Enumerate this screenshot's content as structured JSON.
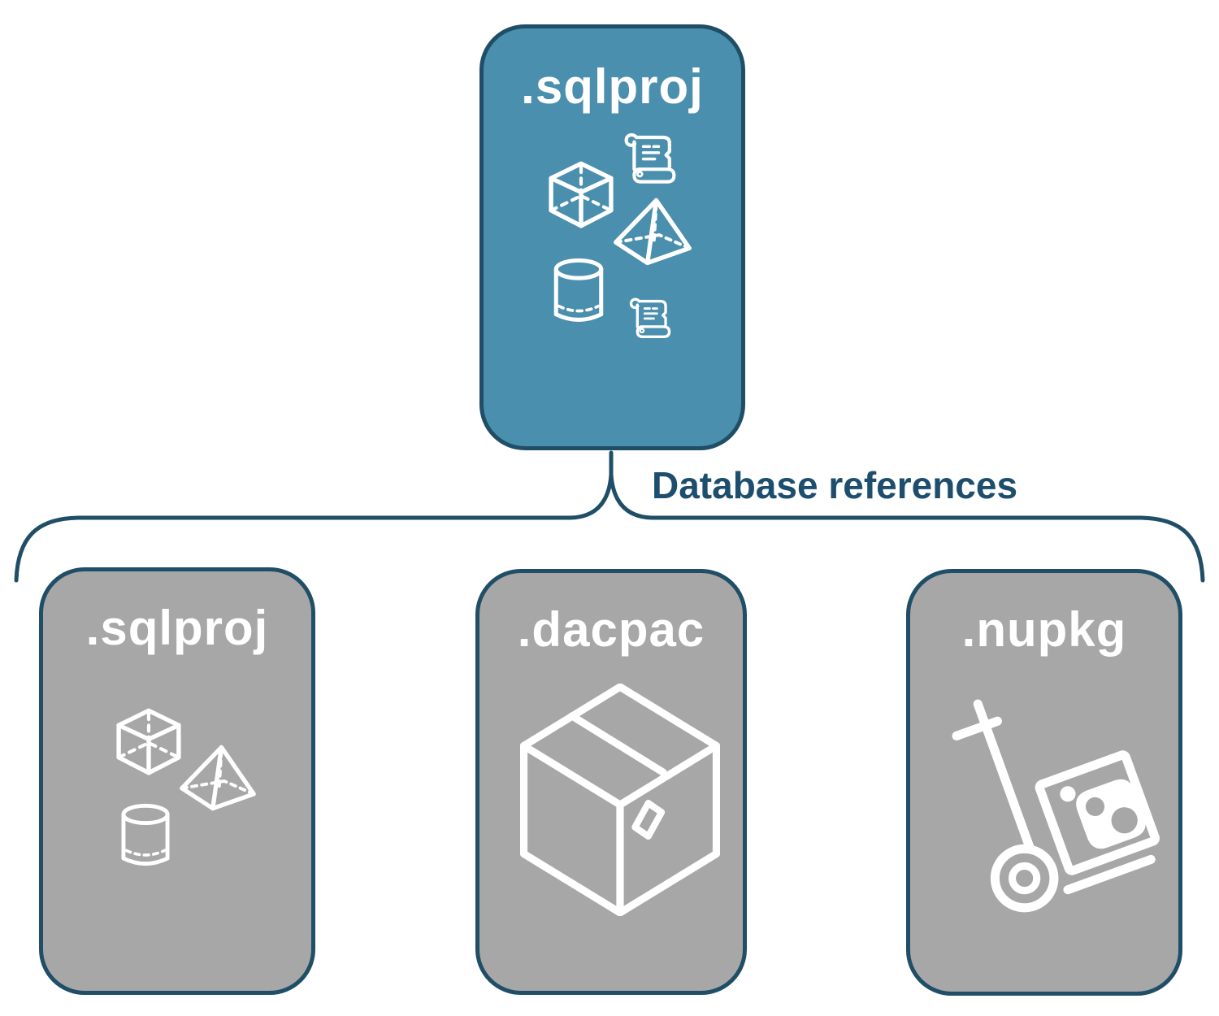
{
  "root_node": {
    "label": ".sqlproj"
  },
  "edge_label": "Database references",
  "children": [
    {
      "label": ".sqlproj"
    },
    {
      "label": ".dacpac"
    },
    {
      "label": ".nupkg"
    }
  ],
  "colors": {
    "root_fill": "#4A8FAD",
    "child_fill": "#A7A7A7",
    "outline_navy": "#1F4E66",
    "edge_text_navy": "#1D4E6E",
    "icon_white": "#FFFFFF"
  },
  "icons": {
    "root_node": [
      "cube-icon",
      "scroll-icon",
      "pyramid-icon",
      "cylinder-icon",
      "scroll-icon"
    ],
    "child_sqlproj": [
      "cube-icon",
      "pyramid-icon",
      "cylinder-icon"
    ],
    "child_dacpac": [
      "package-box-icon"
    ],
    "child_nupkg": [
      "nuget-hand-truck-icon"
    ]
  }
}
